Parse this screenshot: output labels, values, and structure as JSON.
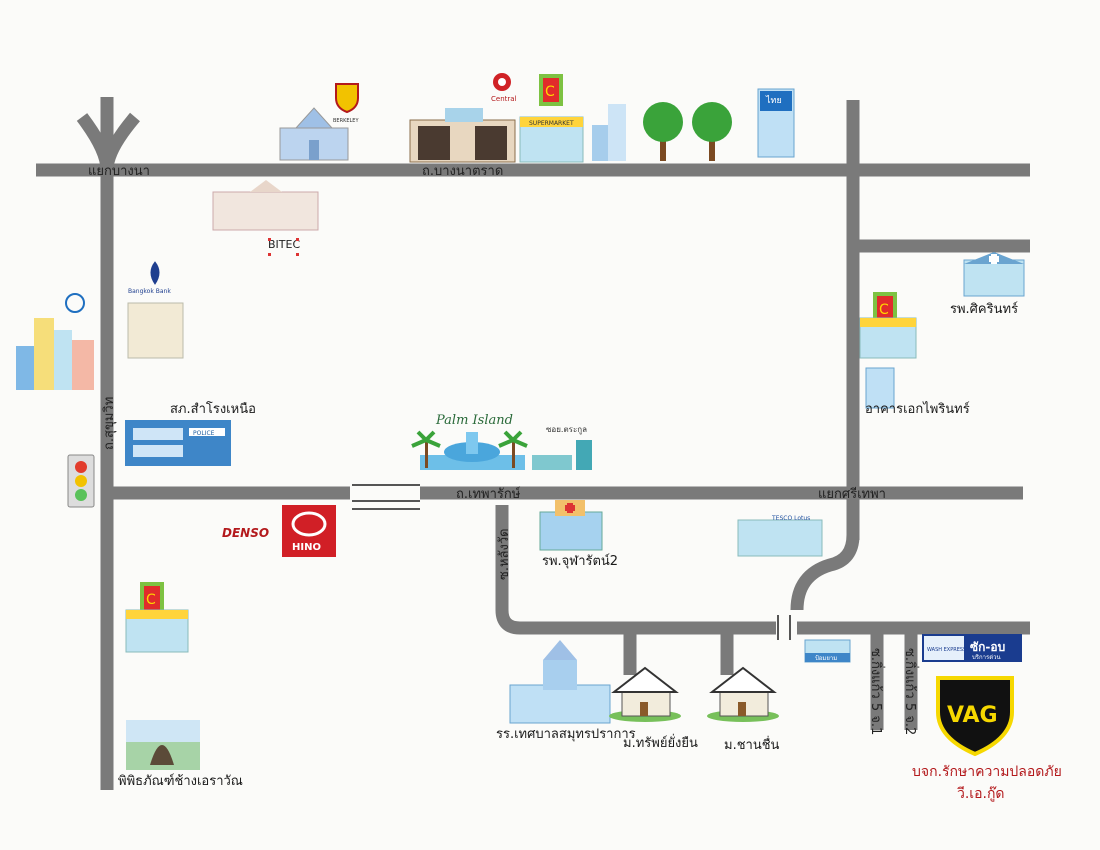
{
  "roads": {
    "bangna_junction": "แยกบางนา",
    "bangna_trad": "ถ.บางนาตราด",
    "sukhumvit": "ถ.สุขุมวิท",
    "theparak": "ถ.เทพารักษ์",
    "srinakarin_junction": "แยกศรีเทพา",
    "soi_lat_wat": "ซ.หลังวัด",
    "soi_5_1": "ซ.กิ่งแก้ว 5 จ.1",
    "soi_5_2": "ซ.กิ่งแก้ว 5 จ.2"
  },
  "places": {
    "berkeley": "BERKELEY",
    "central": "Central",
    "supermarket": "SUPERMARKET",
    "thai_airways": "ไทย",
    "bitec": "BITEC",
    "bangkok_bank": "Bangkok Bank",
    "police": "สภ.สำโรงเหนือ",
    "police_sign": "POLICE",
    "palm_island": "Palm Island",
    "small_shop": "ซอย.ตระกูล",
    "denso": "DENSO",
    "hino": "HINO",
    "hospital_chularat": "รพ.จุฬารัตน์2",
    "tesco": "TESCO Lotus",
    "hospital_sikarin": "รพ.ศิครินทร์",
    "aekprinrin": "อาคารเอกไพรินทร์",
    "school": "รร.เทศบาลสมุทรปราการ",
    "village_1": "ม.ทรัพย์ยั่งยืน",
    "village_2": "ม.ชานชื่น",
    "museum": "พิพิธภัณฑ์ช้างเอราวัณ",
    "wash": "ซัก-อบ",
    "wash_sub": "บริการด่วน",
    "wash_left": "WASH EXPRESS",
    "company_line1": "บจก.รักษาความปลอดภัย",
    "company_line2": "วี.เอ.กู๊ด",
    "logo_text": "VAG",
    "small_bldg_label": "ป้อมยาม"
  },
  "colors": {
    "road": "#7a7a7a",
    "accent_red": "#b3191c",
    "shield_yellow": "#f6d800",
    "shield_black": "#111111",
    "sky_blue": "#7fb8e6",
    "tree_green": "#3aa33a",
    "police_blue": "#3e86c8"
  },
  "icons": [
    "tree-icon",
    "building-icon",
    "hospital-icon",
    "traffic-light-icon",
    "house-icon",
    "shield-logo-icon"
  ]
}
